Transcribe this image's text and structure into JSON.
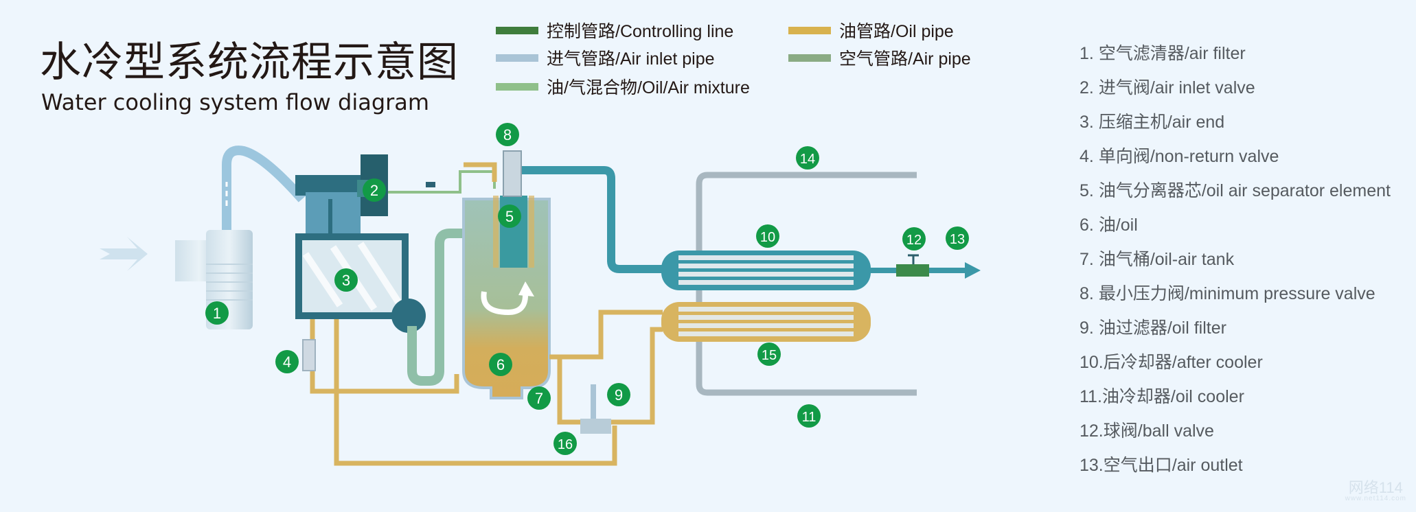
{
  "title": {
    "chinese": "水冷型系统流程示意图",
    "english": "Water cooling system flow diagram"
  },
  "legend": [
    {
      "label": "控制管路/Controlling line",
      "color": "#3f7d3c"
    },
    {
      "label": "油管路/Oil pipe",
      "color": "#d8b24e"
    },
    {
      "label": "进气管路/Air inlet pipe",
      "color": "#a9c4d6"
    },
    {
      "label": "空气管路/Air pipe",
      "color": "#8aab84"
    },
    {
      "label": "油/气混合物/Oil/Air mixture",
      "color": "#8fc08a"
    }
  ],
  "parts": [
    {
      "num": "1.",
      "label": "空气滤清器/air filter"
    },
    {
      "num": "2.",
      "label": "进气阀/air inlet valve"
    },
    {
      "num": "3.",
      "label": "压缩主机/air end"
    },
    {
      "num": "4.",
      "label": "单向阀/non-return valve"
    },
    {
      "num": "5.",
      "label": "油气分离器芯/oil air separator element"
    },
    {
      "num": "6.",
      "label": "油/oil"
    },
    {
      "num": "7.",
      "label": "油气桶/oil-air tank"
    },
    {
      "num": "8.",
      "label": "最小压力阀/minimum pressure valve"
    },
    {
      "num": "9.",
      "label": "油过滤器/oil filter"
    },
    {
      "num": "10.",
      "label": "后冷却器/after cooler"
    },
    {
      "num": "11.",
      "label": "油冷却器/oil cooler"
    },
    {
      "num": "12.",
      "label": "球阀/ball valve"
    },
    {
      "num": "13.",
      "label": "空气出口/air outlet"
    }
  ],
  "badges": [
    "1",
    "2",
    "3",
    "4",
    "5",
    "6",
    "7",
    "8",
    "9",
    "10",
    "11",
    "12",
    "13",
    "14",
    "15",
    "16"
  ],
  "colors": {
    "badge": "#129a46",
    "oil": "#d8b460",
    "air_outlet": "#3b98a8",
    "water": "#a8b7c0",
    "inlet": "#9cc6de",
    "mixture": "#8fbfa8",
    "machine": "#2d6e80"
  },
  "watermark": {
    "brand": "网络114",
    "site": "www.net114.com"
  }
}
